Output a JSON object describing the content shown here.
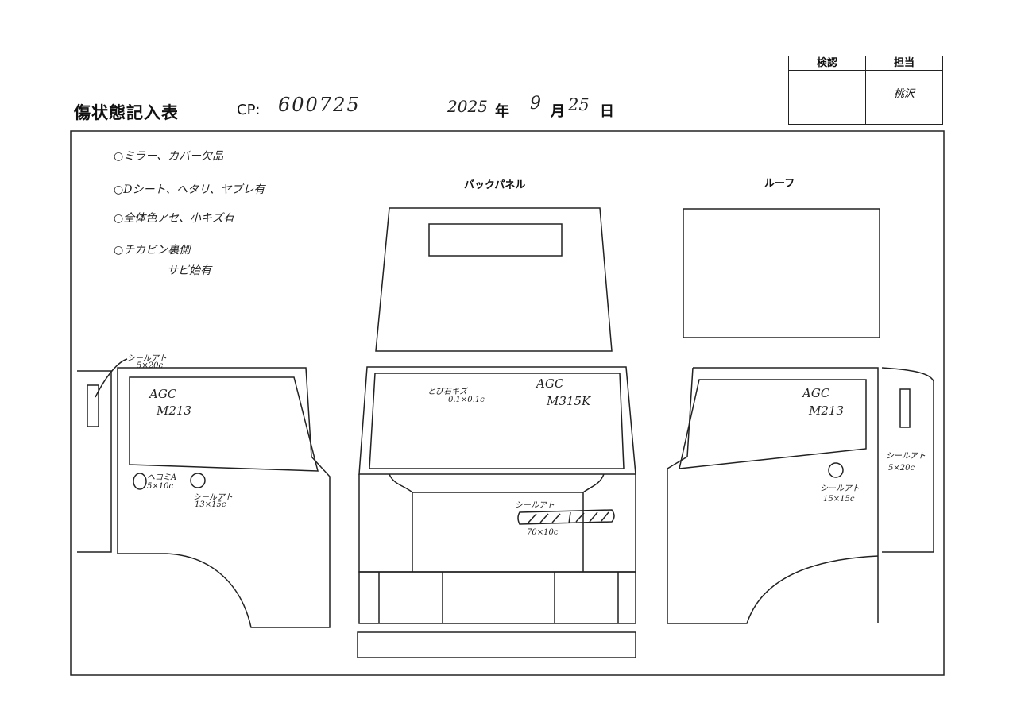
{
  "header": {
    "title": "傷状態記入表",
    "cp_label": "CP:",
    "cp_value": "600725",
    "date": {
      "year": "2025",
      "year_unit": "年",
      "month": "9",
      "month_unit": "月",
      "day": "25",
      "day_unit": "日"
    }
  },
  "approval": {
    "inspection_label": "検認",
    "inspection_value": "",
    "staff_label": "担当",
    "staff_signature": "桃沢"
  },
  "notes": [
    "○ミラー、カバー欠品",
    "○Dシート、ヘタリ、ヤブレ有",
    "○全体色アセ、小キズ有",
    "○チカビン裏側",
    "サビ始有"
  ],
  "sections": {
    "back_panel": "バックパネル",
    "roof": "ルーフ"
  },
  "annotations": {
    "left_pillar": {
      "label": "シールアト",
      "size": "5×20c"
    },
    "left_glass": {
      "brand": "AGC",
      "model": "M213"
    },
    "left_dent": {
      "label": "ヘコミA",
      "size": "5×10c"
    },
    "left_seal": {
      "label": "シールアト",
      "size": "13×15c"
    },
    "front_chip": {
      "label": "とび石キズ",
      "size": "0.1×0.1c"
    },
    "front_glass": {
      "brand": "AGC",
      "model": "M315K"
    },
    "front_seal": {
      "label": "シールアト",
      "size": "70×10c"
    },
    "right_glass": {
      "brand": "AGC",
      "model": "M213"
    },
    "right_pillar": {
      "label": "シールアト",
      "size": "5×20c"
    },
    "right_seal": {
      "label": "シールアト",
      "size": "15×15c"
    }
  }
}
